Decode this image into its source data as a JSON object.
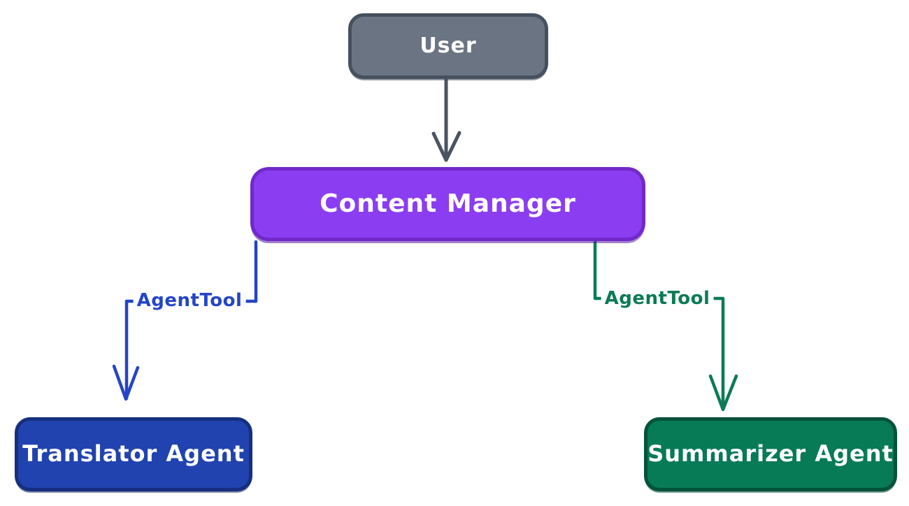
{
  "canvas": {
    "background": "#ffffff"
  },
  "nodes": {
    "user": {
      "label": "User",
      "fill": "#6b7482",
      "border": "#46505e",
      "text_color": "#ffffff"
    },
    "content_manager": {
      "label": "Content Manager",
      "fill": "#8b3df2",
      "border": "#7229c9",
      "text_color": "#ffffff"
    },
    "translator": {
      "label": "Translator Agent",
      "fill": "#2143af",
      "border": "#162f7e",
      "text_color": "#ffffff"
    },
    "summarizer": {
      "label": "Summarizer Agent",
      "fill": "#077a56",
      "border": "#04523a",
      "text_color": "#ffffff"
    }
  },
  "edges": {
    "user_to_manager": {
      "label": "",
      "color": "#4a5462"
    },
    "manager_to_translator": {
      "label": "AgentTool",
      "color": "#2545c6"
    },
    "manager_to_summarizer": {
      "label": "AgentTool",
      "color": "#0b7b55"
    }
  }
}
